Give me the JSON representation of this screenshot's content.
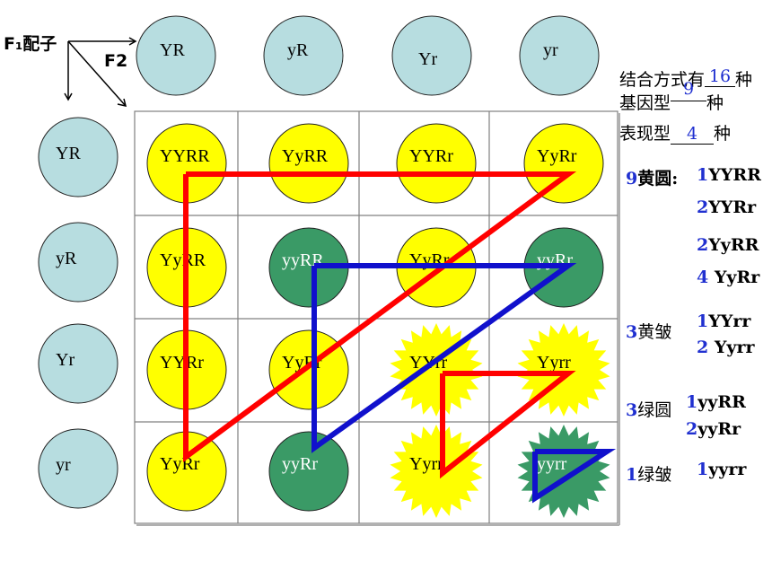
{
  "header": {
    "f1_gametes": "F₁配子",
    "f2": "F2",
    "top_gametes": [
      "YR",
      "yR",
      "Yr",
      "yr"
    ],
    "left_gametes": [
      "YR",
      "yR",
      "Yr",
      "yr"
    ]
  },
  "grid": {
    "cells": [
      [
        {
          "label": "YYRR",
          "phenotype": "yellow-round"
        },
        {
          "label": "YyRR",
          "phenotype": "yellow-round"
        },
        {
          "label": "YYRr",
          "phenotype": "yellow-round"
        },
        {
          "label": "YyRr",
          "phenotype": "yellow-round"
        }
      ],
      [
        {
          "label": "YyRR",
          "phenotype": "yellow-round"
        },
        {
          "label": "yyRR",
          "phenotype": "green-round"
        },
        {
          "label": "YyRr",
          "phenotype": "yellow-round"
        },
        {
          "label": "yyRr",
          "phenotype": "green-round"
        }
      ],
      [
        {
          "label": "YYRr",
          "phenotype": "yellow-round"
        },
        {
          "label": "YyRr",
          "phenotype": "yellow-round"
        },
        {
          "label": "YYrr",
          "phenotype": "yellow-wrinkled"
        },
        {
          "label": "Yyrr",
          "phenotype": "yellow-wrinkled"
        }
      ],
      [
        {
          "label": "YyRr",
          "phenotype": "yellow-round"
        },
        {
          "label": "yyRr",
          "phenotype": "green-round"
        },
        {
          "label": "Yyrr",
          "phenotype": "yellow-wrinkled"
        },
        {
          "label": "yyrr",
          "phenotype": "green-wrinkled"
        }
      ]
    ]
  },
  "colors": {
    "gamete": "#b7dde0",
    "yellow": "#ffff00",
    "green": "#3a9a66",
    "red": "#ff0000",
    "blue": "#1010cc",
    "grid": "#808080"
  },
  "summary": {
    "combinations_prefix": "结合方式有",
    "combinations_value": "16",
    "combinations_suffix": "种",
    "genotypes_prefix": "基因型",
    "genotypes_value": "9",
    "genotypes_suffix": "种",
    "phenotypes_prefix": "表现型",
    "phenotypes_value": "4",
    "phenotypes_suffix": "种"
  },
  "ratios": {
    "yellow_round": {
      "count": "9",
      "label": "黄圆:",
      "items": [
        {
          "n": "1",
          "g": "YYRR"
        },
        {
          "n": "2",
          "g": "YYRr"
        },
        {
          "n": "2",
          "g": "YyRR"
        },
        {
          "n": "4",
          "g": " YyRr"
        }
      ]
    },
    "yellow_wrinkled": {
      "count": "3",
      "label": "黄皱",
      "items": [
        {
          "n": "1",
          "g": "YYrr"
        },
        {
          "n": "2",
          "g": " Yyrr"
        }
      ]
    },
    "green_round": {
      "count": "3",
      "label": "绿圆",
      "items": [
        {
          "n": "1",
          "g": "yyRR"
        },
        {
          "n": "2",
          "g": "yyRr"
        }
      ]
    },
    "green_wrinkled": {
      "count": "1",
      "label": "绿皱",
      "items": [
        {
          "n": "1",
          "g": "yyrr"
        }
      ]
    }
  }
}
